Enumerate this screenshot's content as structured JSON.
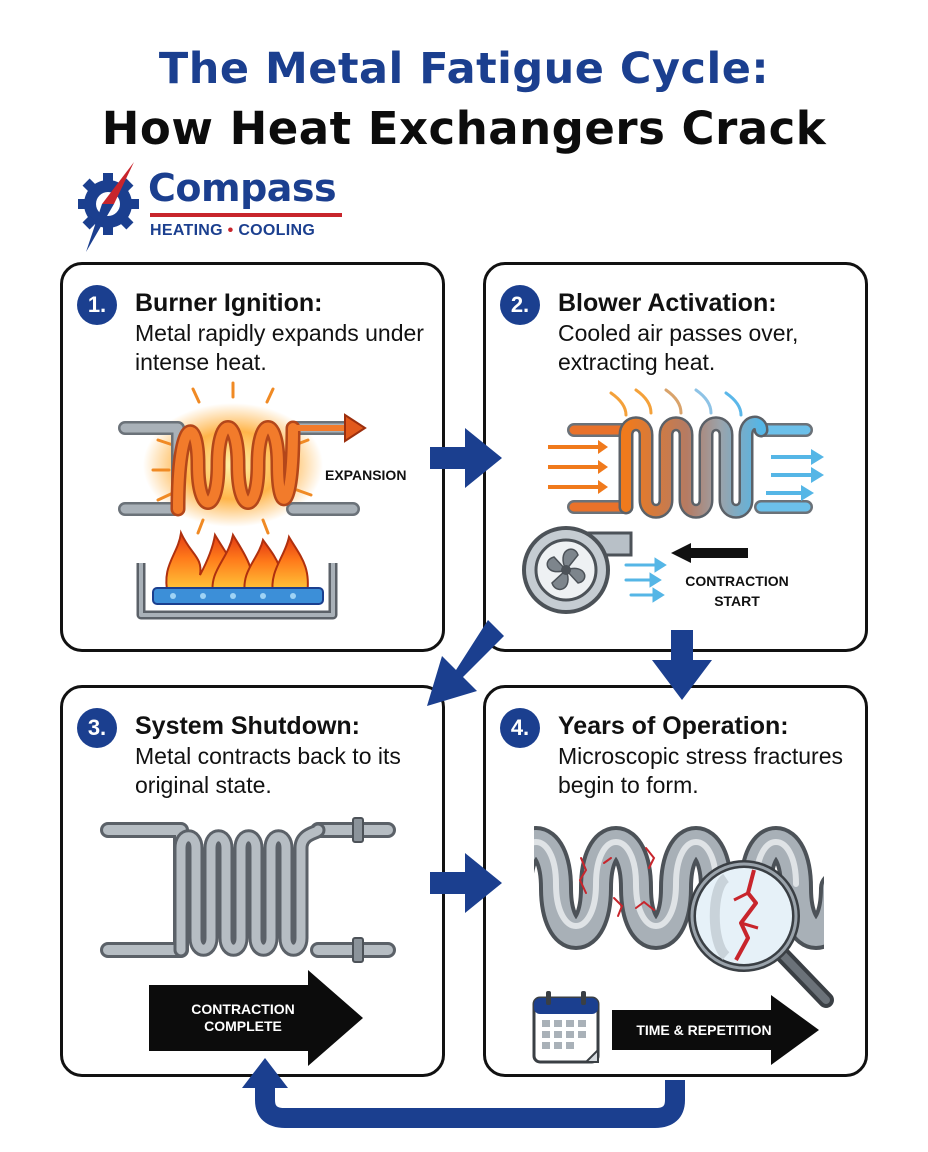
{
  "title": {
    "line1": "The Metal Fatigue Cycle:",
    "line2": "How Heat Exchangers Crack"
  },
  "logo": {
    "brand": "Compass",
    "sub_left": "HEATING",
    "sub_sep": "•",
    "sub_right": "COOLING"
  },
  "steps": [
    {
      "number": "1.",
      "title": "Burner Ignition:",
      "description": "Metal rapidly expands under intense heat.",
      "labels": [
        "EXPANSION"
      ]
    },
    {
      "number": "2.",
      "title": "Blower Activation:",
      "description": "Cooled air passes over, extracting heat.",
      "labels": [
        "CONTRACTION",
        "START"
      ]
    },
    {
      "number": "3.",
      "title": "System Shutdown:",
      "description": "Metal contracts back to its original state.",
      "labels": [
        "CONTRACTION",
        "COMPLETE"
      ]
    },
    {
      "number": "4.",
      "title": "Years of Operation:",
      "description": "Microscopic stress fractures begin to form.",
      "labels": [
        "TIME & REPETITION"
      ]
    }
  ],
  "colors": {
    "brand_blue": "#1b3f8f",
    "brand_red": "#c8252c",
    "hot_orange": "#f07a1c",
    "cool_blue": "#55b6e6",
    "metal_gray": "#9aa3ab"
  },
  "icons": [
    "compass-gear-logo",
    "flame-icon",
    "blower-fan-icon",
    "calendar-icon",
    "magnifier-icon",
    "crack-icon"
  ]
}
